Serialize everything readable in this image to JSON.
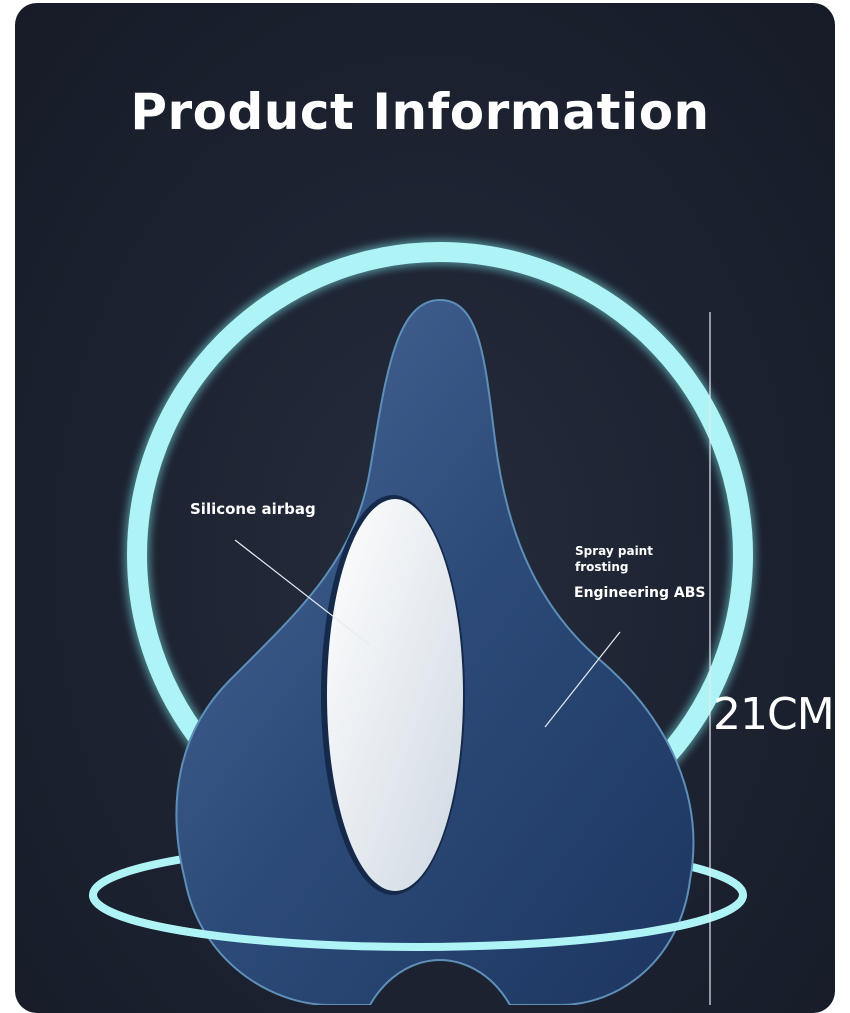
{
  "title": "Product Information",
  "labels": {
    "airbag": "Silicone airbag",
    "finish": "Spray paint frosting",
    "material": "Engineering ABS"
  },
  "dimension": "21CM",
  "colors": {
    "background": "#1c2230",
    "ring": "#aef4f6",
    "saddle": "#2b4a7a",
    "airbag": "#e8eef4"
  }
}
